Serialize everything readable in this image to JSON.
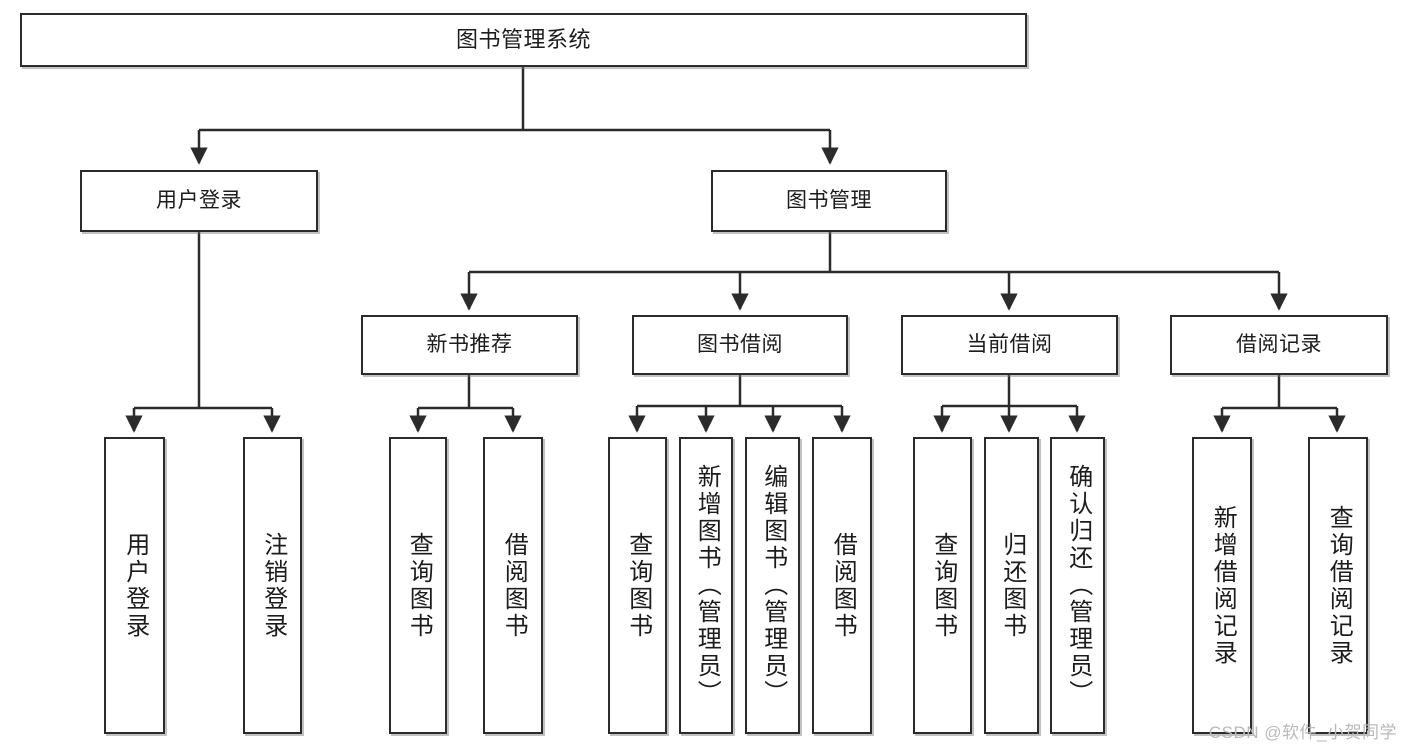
{
  "diagram": {
    "title_node": {
      "label": "图书管理系统"
    },
    "level2": [
      {
        "id": "user-login",
        "label": "用户登录"
      },
      {
        "id": "book-management",
        "label": "图书管理"
      }
    ],
    "level3": [
      {
        "id": "new-book-recommend",
        "label": "新书推荐"
      },
      {
        "id": "book-borrow",
        "label": "图书借阅"
      },
      {
        "id": "current-borrow",
        "label": "当前借阅"
      },
      {
        "id": "borrow-record",
        "label": "借阅记录"
      }
    ],
    "leaves": {
      "user_login": [
        {
          "id": "leaf-user-login",
          "label": "用户登录"
        },
        {
          "id": "leaf-logout-login",
          "label": "注销登录"
        }
      ],
      "new_book_recommend": [
        {
          "id": "leaf-query-book-1",
          "label": "查询图书"
        },
        {
          "id": "leaf-borrow-book-1",
          "label": "借阅图书"
        }
      ],
      "book_borrow": [
        {
          "id": "leaf-query-book-2",
          "label": "查询图书"
        },
        {
          "id": "leaf-add-book-admin",
          "label": "新增图书（管理员）"
        },
        {
          "id": "leaf-edit-book-admin",
          "label": "编辑图书（管理员）"
        },
        {
          "id": "leaf-borrow-book-2",
          "label": "借阅图书"
        }
      ],
      "current_borrow": [
        {
          "id": "leaf-query-book-3",
          "label": "查询图书"
        },
        {
          "id": "leaf-return-book",
          "label": "归还图书"
        },
        {
          "id": "leaf-confirm-return-admin",
          "label": "确认归还（管理员）"
        }
      ],
      "borrow_record": [
        {
          "id": "leaf-add-borrow-record",
          "label": "新增借阅记录"
        },
        {
          "id": "leaf-query-borrow-record",
          "label": "查询借阅记录"
        }
      ]
    },
    "watermark": "CSDN @软件_小贺同学",
    "colors": {
      "stroke": "#2b2b2b",
      "fill": "#ffffff",
      "text": "#1c1c1c",
      "watermark": "#b9b9b9"
    }
  }
}
